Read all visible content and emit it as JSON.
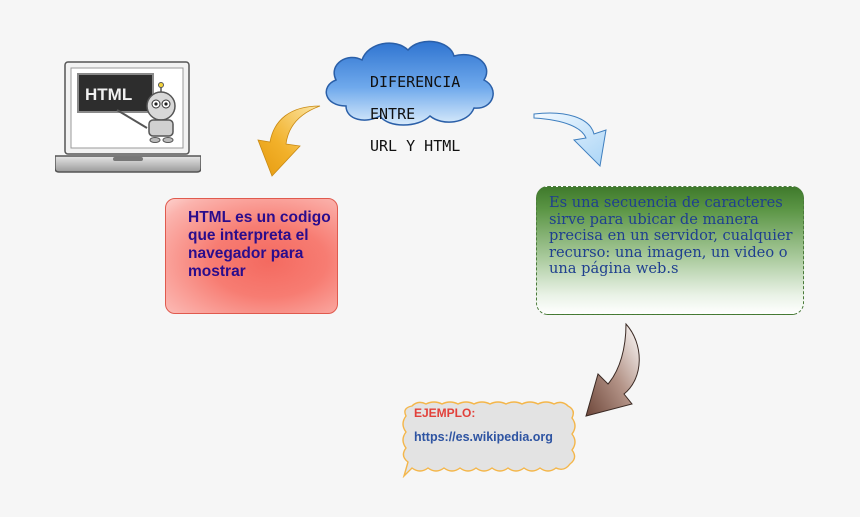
{
  "laptop": {
    "screen_text": "HTML"
  },
  "cloud": {
    "lines": [
      "DIFERENCIA",
      "ENTRE",
      "URL Y HTML"
    ]
  },
  "html_box": {
    "text": "HTML es un codigo que interpreta el navegador para mostrar"
  },
  "url_box": {
    "text": "Es una secuencia de caracteres sirve para ubicar de manera precisa en un servidor, cualquier recurso: una imagen, un video o una página web.s"
  },
  "example": {
    "label": "EJEMPLO:",
    "url": "https://es.wikipedia.org"
  },
  "colors": {
    "cloud": "#4a8fe0",
    "html_box": "#f46a60",
    "html_text": "#2a0c8c",
    "url_box_top": "#3f7a2c",
    "url_text": "#1f3f8f",
    "example_border": "#f4b64a",
    "example_label": "#e2403a",
    "example_url": "#2e54a2",
    "arrow_orange": "#f0a820",
    "arrow_blue": "#bfe0fa",
    "arrow_brown": "#7a5548"
  }
}
